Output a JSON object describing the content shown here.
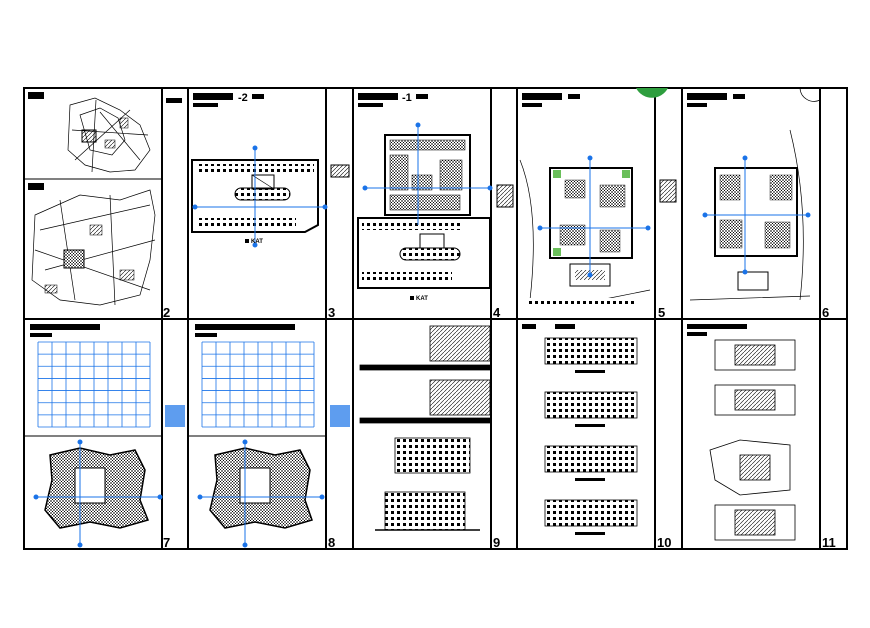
{
  "sheet_numbers": [
    "2",
    "3",
    "4",
    "5",
    "6",
    "7",
    "8",
    "9",
    "10",
    "11"
  ],
  "floor_labels": {
    "minus2": "-2",
    "minus1": "-1",
    "kat_a": "KAT",
    "kat_b": "KAT"
  },
  "colors": {
    "frame": "#000000",
    "dimension_lines": "#1a73e8",
    "site_accent": "#2e9e3e",
    "landscape": "#6abf5a"
  }
}
